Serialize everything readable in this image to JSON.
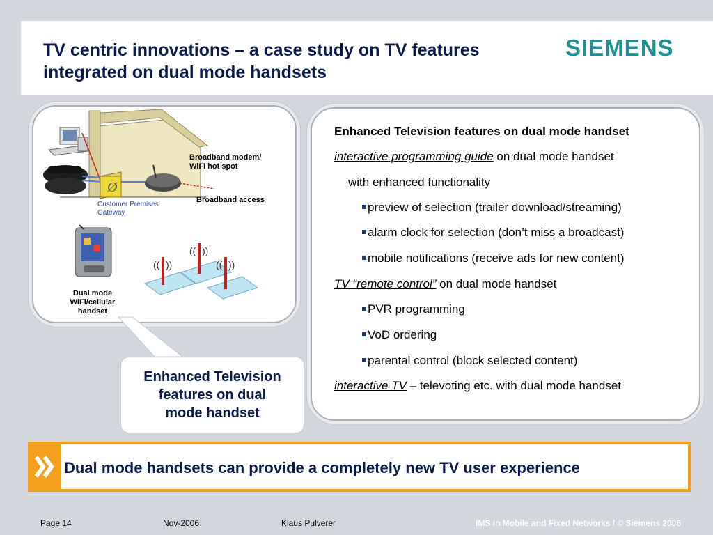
{
  "header": {
    "title_line1": "TV centric innovations – a case study on TV features",
    "title_line2": "integrated on dual mode handsets",
    "logo": "SIEMENS"
  },
  "diagram": {
    "modem_label_1": "Broadband modem/",
    "modem_label_2": "WiFi hot spot",
    "access_label": "Broadband access",
    "gateway_label_1": "Customer Premises",
    "gateway_label_2": "Gateway",
    "handset_label_1": "Dual mode",
    "handset_label_2": "WiFi/cellular",
    "handset_label_3": "handset"
  },
  "callout": {
    "line1": "Enhanced Television",
    "line2": "features on dual",
    "line3": "mode handset"
  },
  "features": {
    "heading": "Enhanced Television features on dual mode handset",
    "epg_link": "interactive programming guide",
    "epg_rest": " on dual mode handset",
    "epg_sub": "with enhanced functionality",
    "epg_bullets": [
      "preview of selection (trailer download/streaming)",
      "alarm clock for selection (don’t miss a broadcast)",
      "mobile notifications (receive ads for new content)"
    ],
    "remote_link": "TV “remote control”",
    "remote_rest": " on dual mode handset",
    "remote_bullets": [
      "PVR programming",
      "VoD ordering",
      "parental control (block selected content)"
    ],
    "itv_link": "interactive TV",
    "itv_rest": " – televoting etc. with dual mode handset"
  },
  "banner": {
    "text": "Dual mode handsets can provide a completely new TV user experience"
  },
  "footer": {
    "page": "Page 14",
    "date": "Nov-2006",
    "author": "Klaus Pulverer",
    "copyright": "IMS in Mobile and Fixed Networks / © Siemens 2006"
  },
  "colors": {
    "title": "#0a1a4a",
    "logo": "#1f8f92",
    "banner_border": "#f3a11c",
    "background": "#d3d6dc"
  }
}
